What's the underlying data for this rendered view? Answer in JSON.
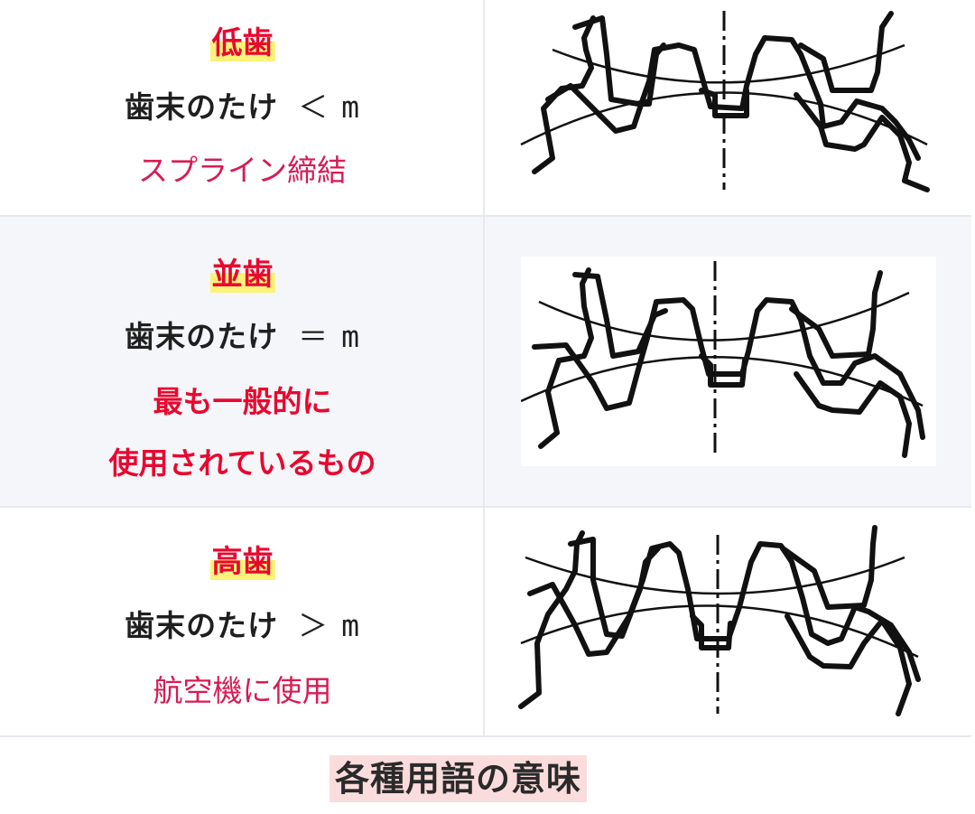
{
  "rows": [
    {
      "term": "低歯",
      "formula_left": "歯末のたけ",
      "formula_op": "＜",
      "formula_right": "m",
      "notes": [
        "スプライン締結"
      ]
    },
    {
      "term": "並歯",
      "formula_left": "歯末のたけ",
      "formula_op": "＝",
      "formula_right": "m",
      "notes": [
        "最も一般的に",
        "使用されているもの"
      ]
    },
    {
      "term": "高歯",
      "formula_left": "歯末のたけ",
      "formula_op": "＞",
      "formula_right": "m",
      "notes": [
        "航空機に使用"
      ]
    }
  ],
  "caption": "各種用語の意味",
  "colors": {
    "term_red": "#e8082f",
    "note_pink": "#d81b52",
    "highlight_yellow": "#fbf27a",
    "caption_bg": "#fbdcdc",
    "row_alt_bg": "#f4f6f9",
    "border": "#e6e9ee"
  }
}
